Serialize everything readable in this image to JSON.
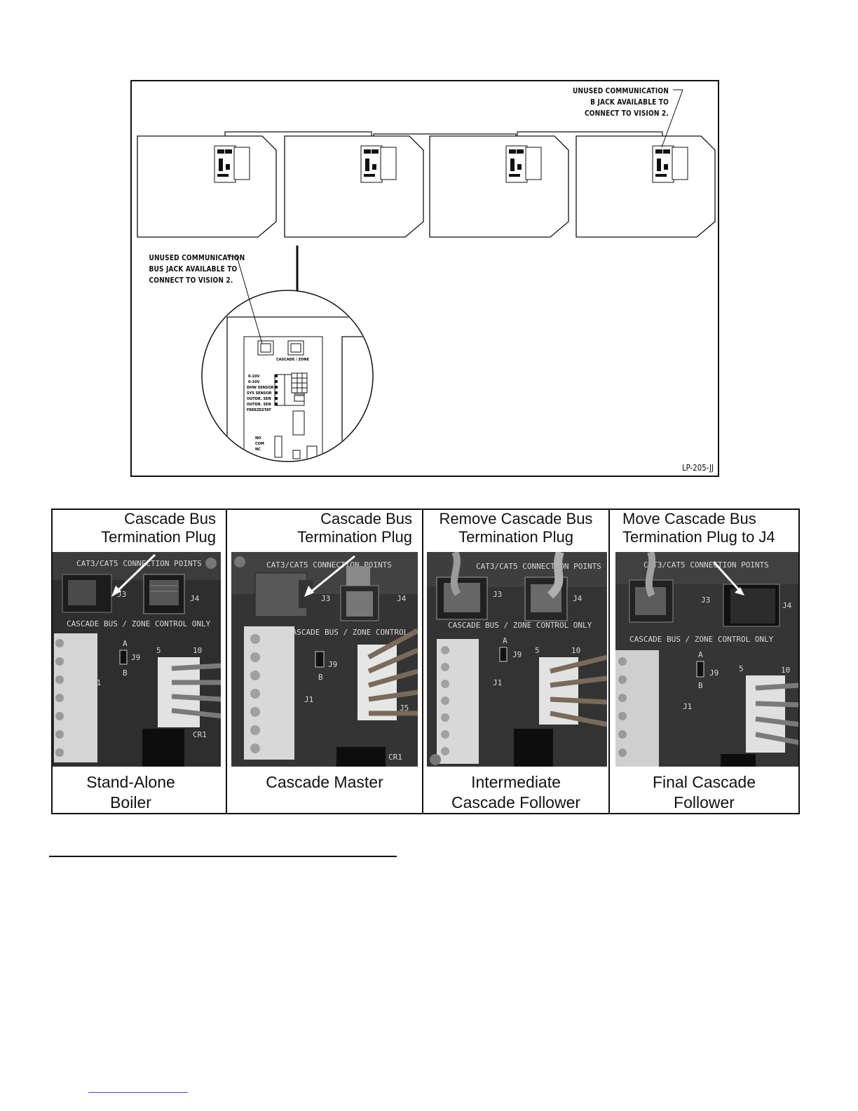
{
  "diagram": {
    "callout_top": [
      "UNUSED COMMUNICATION",
      "B JACK AVAILABLE TO",
      "CONNECT TO VISION 2."
    ],
    "callout_left": [
      "UNUSED COMMUNICATION",
      "BUS JACK AVAILABLE TO",
      "CONNECT TO VISION 2."
    ],
    "code": "LP-205-JJ"
  },
  "panels": [
    {
      "title": [
        "Cascade Bus",
        "Termination Plug"
      ],
      "caption": [
        "Stand-Alone",
        "Boiler"
      ]
    },
    {
      "title": [
        "Cascade Bus",
        "Termination Plug"
      ],
      "caption": [
        "Cascade Master"
      ]
    },
    {
      "title": [
        "Remove Cascade Bus",
        "Termination Plug"
      ],
      "caption": [
        "Intermediate",
        "Cascade Follower"
      ]
    },
    {
      "title": [
        "Move Cascade Bus",
        "Termination Plug to J4"
      ],
      "caption": [
        "Final Cascade",
        "Follower"
      ]
    }
  ],
  "photo_labels": {
    "header": "CAT3/CAT5 CONNECTION POINTS",
    "footer": "CASCADE BUS / ZONE CONTROL ONLY",
    "j3": "J3",
    "j4": "J4",
    "j1": "J1",
    "j9": "J9",
    "j5": "J5",
    "cr1": "CR1",
    "a": "A",
    "b": "B",
    "five": "5",
    "ten": "10"
  }
}
